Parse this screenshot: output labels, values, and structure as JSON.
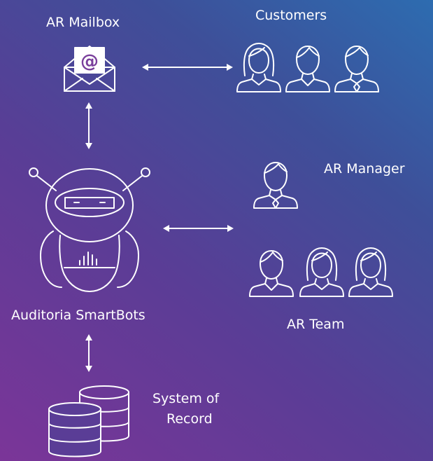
{
  "nodes": {
    "mailbox": {
      "label": "AR Mailbox",
      "icon": "envelope-at-icon"
    },
    "customers": {
      "label": "Customers",
      "icon": "person-icon"
    },
    "smartbots": {
      "label": "Auditoria SmartBots",
      "icon": "robot-icon"
    },
    "manager": {
      "label": "AR Manager",
      "icon": "person-tie-icon"
    },
    "team": {
      "label": "AR Team",
      "icon": "person-icon"
    },
    "system_of_record": {
      "label_line1": "System of",
      "label_line2": "Record",
      "icon": "database-icon"
    }
  },
  "edges": [
    {
      "from": "mailbox",
      "to": "customers",
      "direction": "both"
    },
    {
      "from": "mailbox",
      "to": "smartbots",
      "direction": "both"
    },
    {
      "from": "smartbots",
      "to": "team",
      "direction": "both"
    },
    {
      "from": "smartbots",
      "to": "system_of_record",
      "direction": "both"
    }
  ],
  "colors": {
    "background_start": "#7b3598",
    "background_end": "#2d6cb0",
    "foreground": "#ffffff"
  }
}
